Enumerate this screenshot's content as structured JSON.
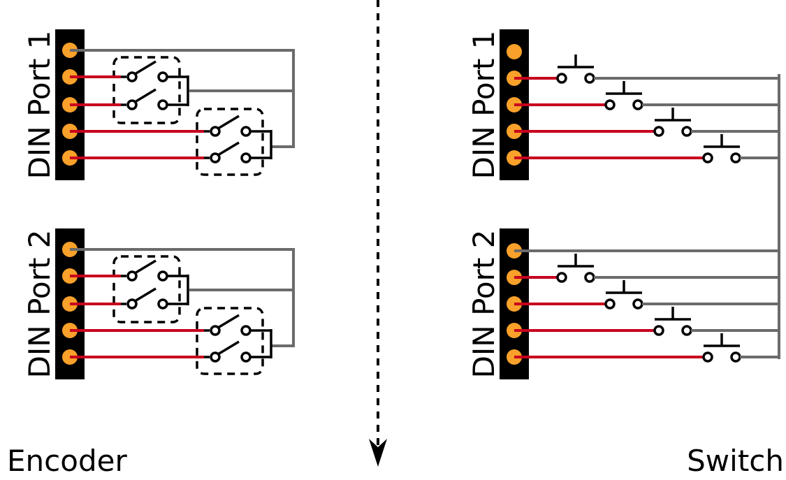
{
  "labels": {
    "left_section": "Encoder",
    "right_section": "Switch",
    "ports": [
      "DIN Port 1",
      "DIN Port 2",
      "DIN Port 1",
      "DIN Port 2"
    ]
  },
  "colors": {
    "pin": "#F9A12A",
    "signal_wire": "#C8001E",
    "common_wire": "#6B6B6B",
    "connector": "#000000"
  },
  "encoder": {
    "ports": [
      {
        "name": "DIN Port 1",
        "pins": 5,
        "switches": 2
      },
      {
        "name": "DIN Port 2",
        "pins": 5,
        "switches": 2
      }
    ]
  },
  "switch": {
    "ports": [
      {
        "name": "DIN Port 1",
        "pins": 5,
        "pushbuttons": 4
      },
      {
        "name": "DIN Port 2",
        "pins": 5,
        "pushbuttons": 4
      }
    ]
  }
}
